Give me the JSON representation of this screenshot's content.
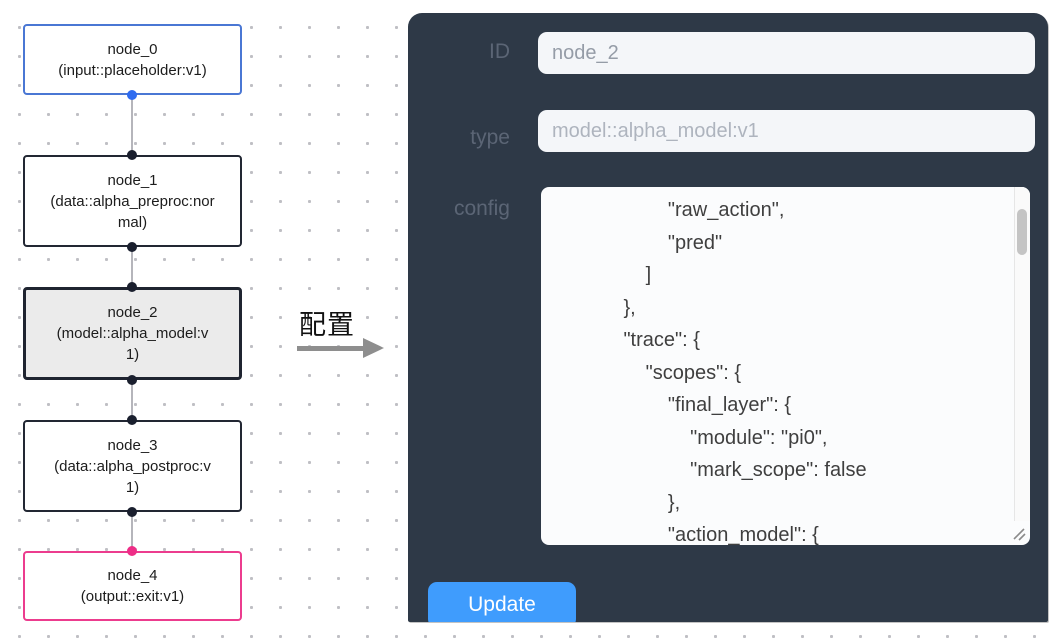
{
  "canvas": {
    "nodes": [
      {
        "label": "node_0",
        "type_label": "(input::placeholder:v1)"
      },
      {
        "label": "node_1",
        "type_label": "(data::alpha_preproc:normal)"
      },
      {
        "label": "node_2",
        "type_label": "(model::alpha_model:v1)"
      },
      {
        "label": "node_3",
        "type_label": "(data::alpha_postproc:v1)"
      },
      {
        "label": "node_4",
        "type_label": "(output::exit:v1)"
      }
    ]
  },
  "annotation": {
    "label": "配置"
  },
  "panel": {
    "id_label": "ID",
    "id_value": "node_2",
    "type_label": "type",
    "type_value": "model::alpha_model:v1",
    "config_label": "config",
    "config_value": "                \"raw_action\",\n                \"pred\"\n            ]\n        },\n        \"trace\": {\n            \"scopes\": {\n                \"final_layer\": {\n                    \"module\": \"pi0\",\n                    \"mark_scope\": false\n                },\n                \"action_model\": {",
    "update_label": "Update"
  },
  "colors": {
    "panel_bg": "#2e3947",
    "input_node_border": "#4a77d4",
    "output_node_border": "#ec3c8e",
    "default_node_border": "#222733",
    "selected_node_bg": "#ebebeb",
    "edge": "#b5b5bb",
    "update_button": "#3f9cfd",
    "handle_blue": "#2e6bf0",
    "handle_dark": "#1a1f2e",
    "handle_pink": "#ee2d87"
  }
}
